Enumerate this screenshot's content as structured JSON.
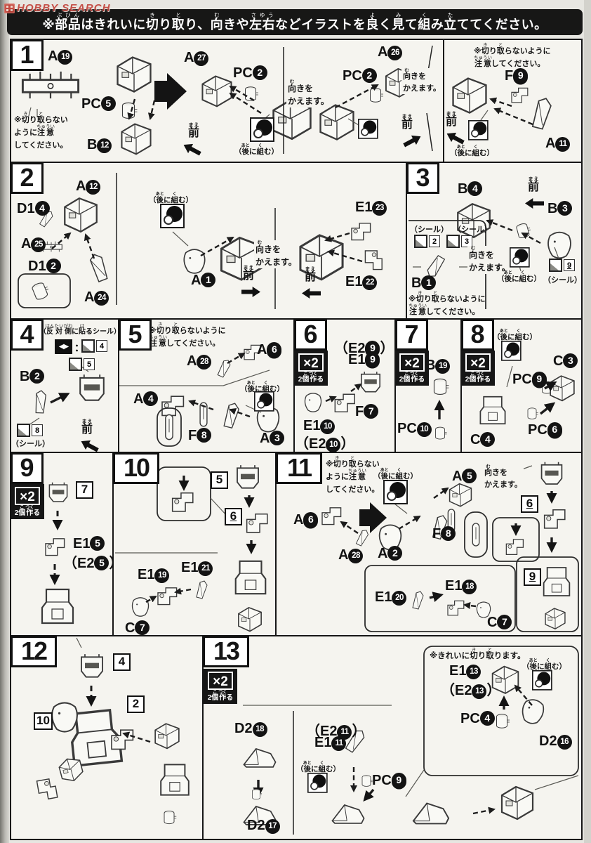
{
  "page": {
    "watermark": "HOBBY SEARCH",
    "banner": "※{部品}[ぶひん]はきれいに{切}[き]り{取}[と]り、{向}[む]きや{左右}[さゆう]などイラストを{良}[よ]く{見}[み]て{組}[く]み{立}[た]ててください。"
  },
  "common": {
    "x2": "×2",
    "make2": "2{個}[こ]{作}[つく]る",
    "front": "{前}[まえ]",
    "later": "（{後}[あと]に{組}[く]む）",
    "turn": "{向}[む]きを\nかえます。",
    "seal": "（シール）",
    "colon": "：",
    "mirror_icon": "◀▶",
    "note_dontcut_3": "※{切}[き]り{取}[と]らない\nように{注意}[ちゅうい]\nしてください。",
    "note_dontcut_2": "※{切}[き]り{取}[と]らないように\n{注意}[ちゅうい]してください。",
    "note_cleancut": "※きれいに{切}[き]り{取}[と]ります。",
    "note_opposite": "（{反対側}[はんたいがわ]に{貼}[は]るシール）"
  },
  "steps": {
    "s1": {
      "num": "1",
      "parts": {
        "a19": {
          "p": "A",
          "n": "19"
        },
        "pc5": {
          "p": "PC",
          "n": "5"
        },
        "b12": {
          "p": "B",
          "n": "12"
        },
        "a27": {
          "p": "A",
          "n": "27"
        },
        "pc2a": {
          "p": "PC",
          "n": "2"
        },
        "a26": {
          "p": "A",
          "n": "26"
        },
        "pc2b": {
          "p": "PC",
          "n": "2"
        },
        "f9": {
          "p": "F",
          "n": "9"
        },
        "a11": {
          "p": "A",
          "n": "11"
        }
      }
    },
    "s2": {
      "num": "2",
      "parts": {
        "a12": {
          "p": "A",
          "n": "12"
        },
        "d14": {
          "p": "D1",
          "n": "4"
        },
        "a25": {
          "p": "A",
          "n": "25"
        },
        "d12": {
          "p": "D1",
          "n": "2"
        },
        "a24": {
          "p": "A",
          "n": "24"
        },
        "a1": {
          "p": "A",
          "n": "1"
        },
        "e123": {
          "p": "E1",
          "n": "23"
        },
        "e122": {
          "p": "E1",
          "n": "22"
        }
      }
    },
    "s3": {
      "num": "3",
      "parts": {
        "b4": {
          "p": "B",
          "n": "4"
        },
        "b3": {
          "p": "B",
          "n": "3"
        },
        "b1": {
          "p": "B",
          "n": "1"
        }
      },
      "stickers": {
        "n2": "2",
        "n3": "3",
        "n9": "9"
      }
    },
    "s4": {
      "num": "4",
      "parts": {
        "b2": {
          "p": "B",
          "n": "2"
        }
      },
      "stickers": {
        "n4": "4",
        "n5": "5",
        "n8": "8"
      }
    },
    "s5": {
      "num": "5",
      "parts": {
        "a28": {
          "p": "A",
          "n": "28"
        },
        "a6": {
          "p": "A",
          "n": "6"
        },
        "a4": {
          "p": "A",
          "n": "4"
        },
        "f8": {
          "p": "F",
          "n": "8"
        },
        "a3": {
          "p": "A",
          "n": "3"
        }
      }
    },
    "s6": {
      "num": "6",
      "parts": {
        "e29": {
          "pre": "（",
          "p": "E2",
          "n": "9",
          "suf": "）"
        },
        "e19": {
          "p": "E1",
          "n": "9"
        },
        "f7": {
          "p": "F",
          "n": "7"
        },
        "e110": {
          "p": "E1",
          "n": "10"
        },
        "e210": {
          "pre": "（",
          "p": "E2",
          "n": "10",
          "suf": "）"
        }
      }
    },
    "s7": {
      "num": "7",
      "parts": {
        "b19": {
          "p": "B",
          "n": "19"
        },
        "pc10": {
          "p": "PC",
          "n": "10"
        }
      }
    },
    "s8": {
      "num": "8",
      "parts": {
        "c3": {
          "p": "C",
          "n": "3"
        },
        "pc9": {
          "p": "PC",
          "n": "9"
        },
        "pc6": {
          "p": "PC",
          "n": "6"
        },
        "c4": {
          "p": "C",
          "n": "4"
        }
      }
    },
    "s9": {
      "num": "9",
      "refs": {
        "r7": "7"
      },
      "parts": {
        "e15": {
          "p": "E1",
          "n": "5"
        },
        "e25": {
          "pre": "（",
          "p": "E2",
          "n": "5",
          "suf": "）"
        }
      }
    },
    "s10": {
      "num": "10",
      "refs": {
        "r5": "5",
        "r6": "6"
      },
      "parts": {
        "e119": {
          "p": "E1",
          "n": "19"
        },
        "e121": {
          "p": "E1",
          "n": "21"
        },
        "c7": {
          "p": "C",
          "n": "7"
        }
      }
    },
    "s11": {
      "num": "11",
      "refs": {
        "r6": "6",
        "r9": "9"
      },
      "parts": {
        "a6": {
          "p": "A",
          "n": "6"
        },
        "a28": {
          "p": "A",
          "n": "28"
        },
        "a2": {
          "p": "A",
          "n": "2"
        },
        "f8": {
          "p": "F",
          "n": "8"
        },
        "a5": {
          "p": "A",
          "n": "5"
        },
        "e120": {
          "p": "E1",
          "n": "20"
        },
        "e118": {
          "p": "E1",
          "n": "18"
        },
        "c7": {
          "p": "C",
          "n": "7"
        }
      }
    },
    "s12": {
      "num": "12",
      "refs": {
        "r4": "4",
        "r2": "2",
        "r10": "10"
      }
    },
    "s13": {
      "num": "13",
      "parts": {
        "d218": {
          "p": "D2",
          "n": "18"
        },
        "d217": {
          "p": "D2",
          "n": "17"
        },
        "e211": {
          "pre": "（",
          "p": "E2",
          "n": "11",
          "suf": "）"
        },
        "e111": {
          "p": "E1",
          "n": "11"
        },
        "pc9": {
          "p": "PC",
          "n": "9"
        },
        "e113": {
          "p": "E1",
          "n": "13"
        },
        "e213": {
          "pre": "（",
          "p": "E2",
          "n": "13",
          "suf": "）"
        },
        "pc4": {
          "p": "PC",
          "n": "4"
        },
        "d216": {
          "p": "D2",
          "n": "16"
        }
      }
    }
  }
}
